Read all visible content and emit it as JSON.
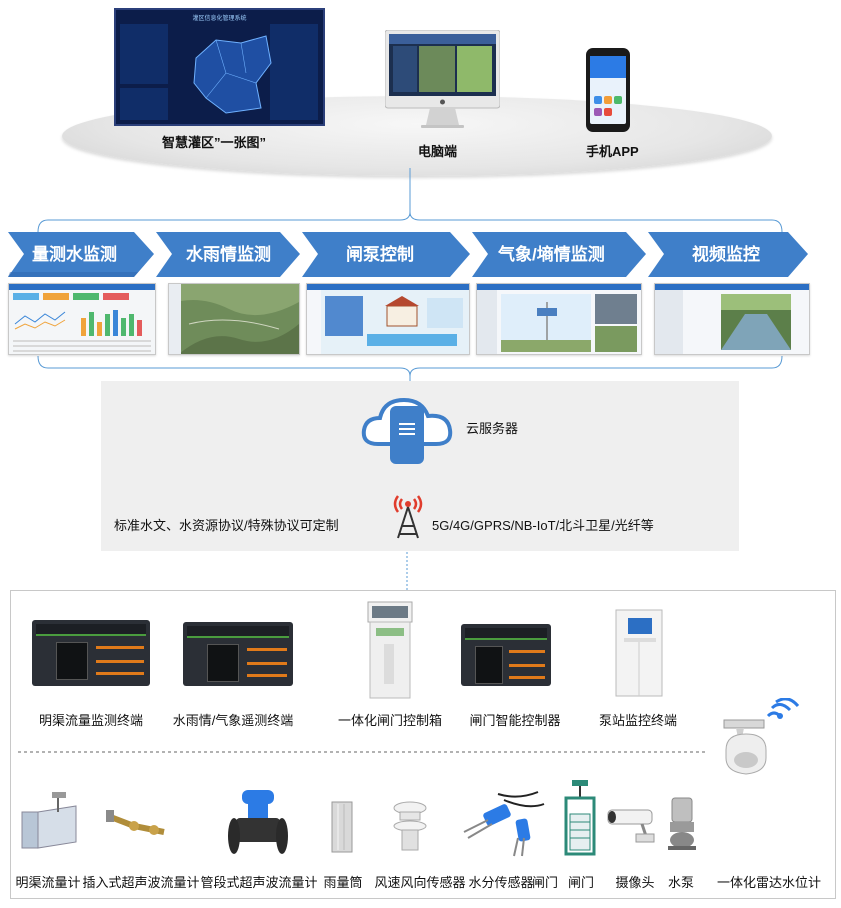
{
  "top": {
    "labels": {
      "big_screen": "智慧灌区”一张图”",
      "pc": "电脑端",
      "mobile": "手机APP"
    },
    "big_screen_title": "灌区信息化管理系统"
  },
  "modules": [
    {
      "label": "量测水监测"
    },
    {
      "label": "水雨情监测"
    },
    {
      "label": "闸泵控制"
    },
    {
      "label": "气象/墒情监测"
    },
    {
      "label": "视频监控"
    }
  ],
  "cloud": {
    "server_label": "云服务器",
    "protocol_text": "标准水文、水资源协议/特殊协议可定制",
    "network_text": "5G/4G/GPRS/NB-IoT/北斗卫星/光纤等"
  },
  "terminals": [
    {
      "label": "明渠流量监测终端"
    },
    {
      "label": "水雨情/气象遥测终端"
    },
    {
      "label": "一体化闸门控制箱"
    },
    {
      "label": "闸门智能控制器"
    },
    {
      "label": "泵站监控终端"
    }
  ],
  "sensors": [
    {
      "label": "明渠流量计"
    },
    {
      "label": "插入式超声波流量计"
    },
    {
      "label": "管段式超声波流量计"
    },
    {
      "label": "雨量筒"
    },
    {
      "label": "风速风向传感器"
    },
    {
      "label": "水分传感器"
    },
    {
      "label": "闸门"
    },
    {
      "label": "闸门"
    },
    {
      "label": "摄像头"
    },
    {
      "label": "水泵"
    },
    {
      "label": "一体化雷达水位计"
    }
  ],
  "colors": {
    "banner": "#3f7fc9",
    "banner_dark": "#2e66ad",
    "connector": "#5a9bd5"
  },
  "icons": {
    "cloud": "cloud-server-icon",
    "antenna": "signal-tower-icon",
    "wifi": "wifi-icon"
  }
}
